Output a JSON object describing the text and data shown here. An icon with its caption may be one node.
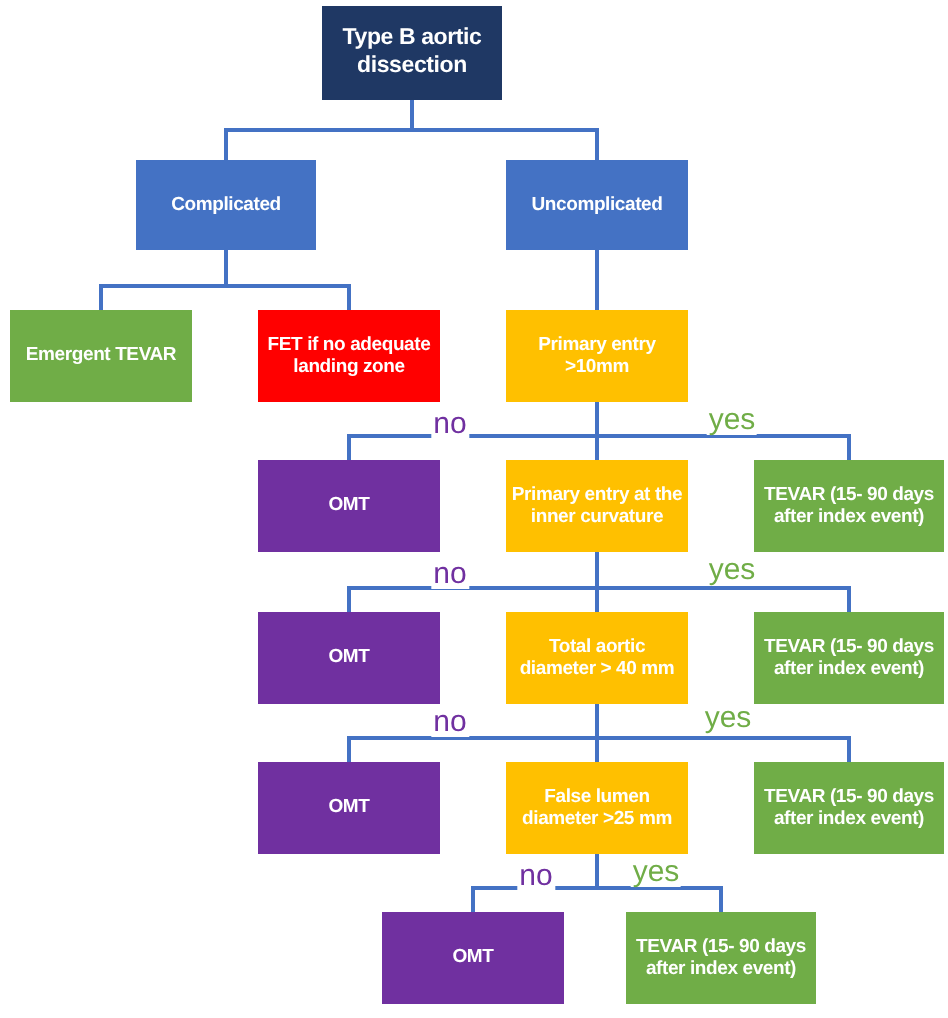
{
  "diagram": {
    "nodes": [
      {
        "text": [
          "Type B aortic dissection"
        ]
      },
      {
        "text": [
          "Complicated"
        ]
      },
      {
        "text": [
          "Uncomplicated"
        ]
      },
      {
        "text": [
          "Emergent TEVAR"
        ]
      },
      {
        "text": [
          "FET if no adequate landing zone"
        ]
      },
      {
        "text": [
          "Primary entry >10mm"
        ]
      },
      {
        "text": [
          "OMT"
        ]
      },
      {
        "text": [
          "Primary entry at the inner curvature"
        ]
      },
      {
        "text": [
          "TEVAR (15- 90 days after index event)"
        ]
      },
      {
        "text": [
          "OMT"
        ]
      },
      {
        "text": [
          "Total aortic diameter > 40 mm"
        ]
      },
      {
        "text": [
          "TEVAR (15- 90 days after index event)"
        ]
      },
      {
        "text": [
          "OMT"
        ]
      },
      {
        "text": [
          "False lumen diameter >25 mm"
        ]
      },
      {
        "text": [
          "TEVAR (15- 90 days after index event)"
        ]
      },
      {
        "text": [
          "OMT"
        ]
      },
      {
        "text": [
          "TEVAR (15- 90 days after index event)"
        ]
      }
    ],
    "edges": [
      {
        "from": 0,
        "to": 1,
        "arrow": "none"
      },
      {
        "from": 0,
        "to": 2,
        "arrow": "none"
      },
      {
        "from": 1,
        "to": 3,
        "arrow": "none"
      },
      {
        "from": 1,
        "to": 4,
        "arrow": "none"
      },
      {
        "from": 2,
        "to": 5,
        "arrow": "none"
      },
      {
        "from": 5,
        "to": 6,
        "arrow": "none",
        "label": "no"
      },
      {
        "from": 5,
        "to": 7,
        "arrow": "none"
      },
      {
        "from": 5,
        "to": 8,
        "arrow": "none",
        "label": "yes"
      },
      {
        "from": 7,
        "to": 9,
        "arrow": "none",
        "label": "no"
      },
      {
        "from": 7,
        "to": 10,
        "arrow": "none"
      },
      {
        "from": 7,
        "to": 11,
        "arrow": "none",
        "label": "yes"
      },
      {
        "from": 10,
        "to": 12,
        "arrow": "none",
        "label": "no"
      },
      {
        "from": 10,
        "to": 13,
        "arrow": "none"
      },
      {
        "from": 10,
        "to": 14,
        "arrow": "none",
        "label": "yes"
      },
      {
        "from": 13,
        "to": 15,
        "arrow": "none",
        "label": "no"
      },
      {
        "from": 13,
        "to": 16,
        "arrow": "none",
        "label": "yes"
      }
    ]
  }
}
